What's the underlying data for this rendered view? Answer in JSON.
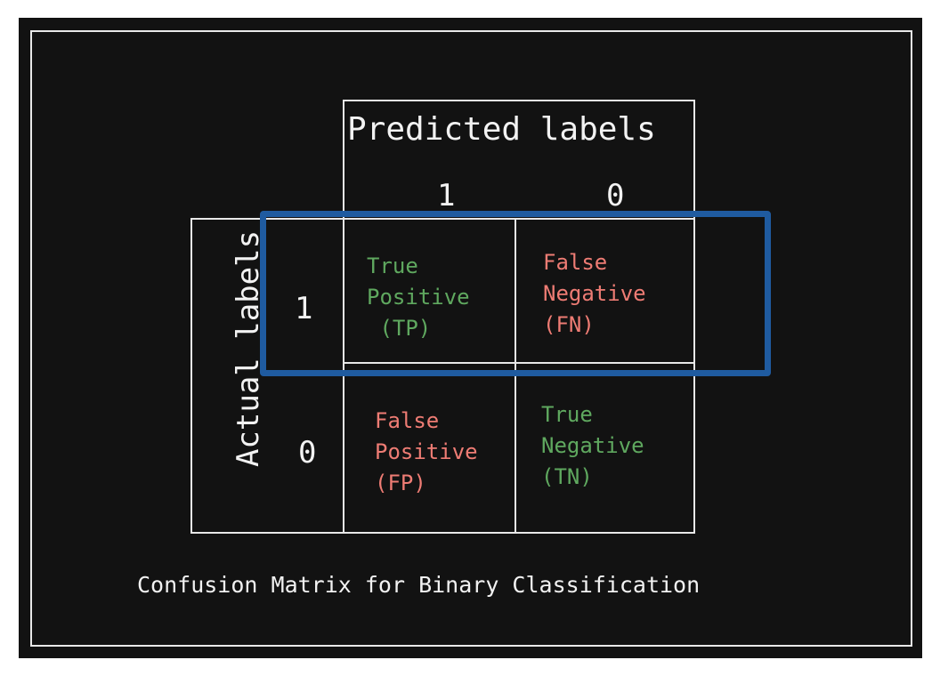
{
  "predicted_labels": {
    "title": "Predicted labels",
    "class_1": "1",
    "class_0": "0"
  },
  "actual_labels": {
    "title": "Actual labels",
    "class_1": "1",
    "class_0": "0"
  },
  "cells": {
    "tp": "True\nPositive\n (TP)",
    "fn": "False\nNegative\n(FN)",
    "fp": "False\nPositive\n(FP)",
    "tn": "True\nNegative\n(TN)"
  },
  "caption": "Confusion Matrix for Binary Classification",
  "colors": {
    "background": "#121212",
    "correct": "#5fa85f",
    "incorrect": "#ee7c74",
    "highlight": "#1f5ba0"
  }
}
